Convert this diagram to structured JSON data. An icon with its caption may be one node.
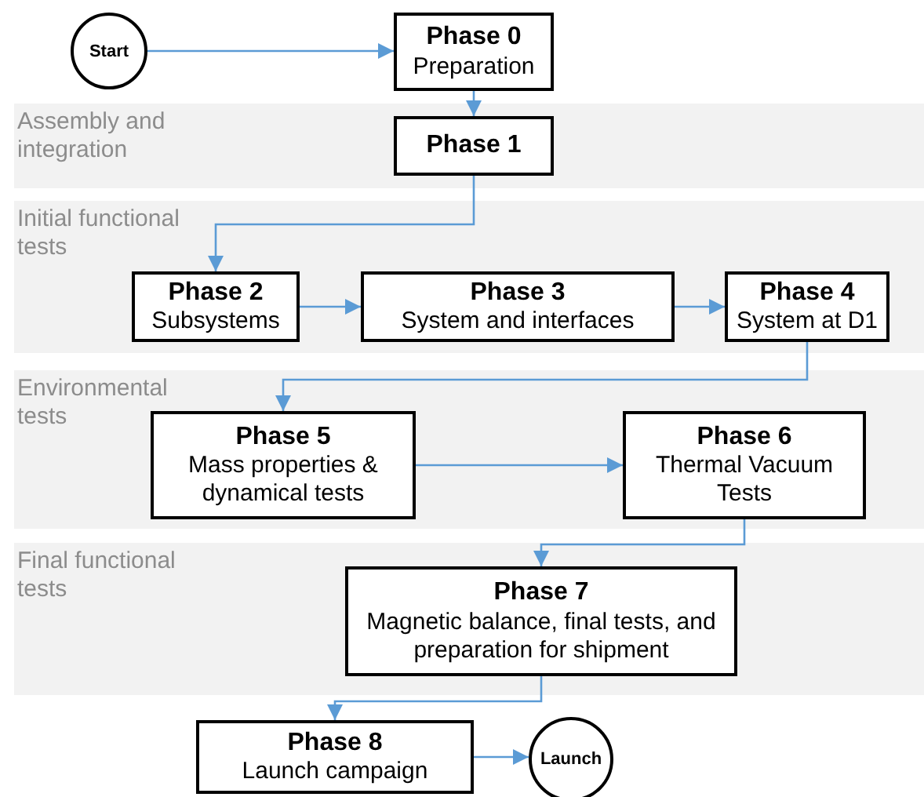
{
  "diagram": {
    "nodes": [
      {
        "text": [
          "Start"
        ]
      },
      {
        "text": [
          "Phase 0",
          "Preparation"
        ]
      },
      {
        "text": [
          "Assembly and integration"
        ]
      },
      {
        "text": [
          "Phase 1"
        ],
        "in": 2
      },
      {
        "text": [
          "Initial functional tests"
        ]
      },
      {
        "text": [
          "Phase 2",
          "Subsystems"
        ],
        "in": 4
      },
      {
        "text": [
          "Phase 3",
          "System and interfaces"
        ],
        "in": 4
      },
      {
        "text": [
          "Phase 4",
          "System at D1"
        ],
        "in": 4
      },
      {
        "text": [
          "Environmental tests"
        ]
      },
      {
        "text": [
          "Phase 5",
          "Mass properties & dynamical tests"
        ],
        "in": 8
      },
      {
        "text": [
          "Phase 6",
          "Thermal Vacuum Tests"
        ],
        "in": 8
      },
      {
        "text": [
          "Final functional tests"
        ]
      },
      {
        "text": [
          "Phase 7",
          "Magnetic balance, final tests, and preparation for shipment"
        ],
        "in": 11
      },
      {
        "text": [
          "Phase 8",
          "Launch campaign"
        ]
      },
      {
        "text": [
          "Launch"
        ]
      }
    ],
    "edges": [
      {
        "from": 0,
        "to": 1,
        "arrow": "to"
      },
      {
        "from": 1,
        "to": 3,
        "arrow": "to"
      },
      {
        "from": 3,
        "to": 5,
        "arrow": "to"
      },
      {
        "from": 5,
        "to": 6,
        "arrow": "to"
      },
      {
        "from": 6,
        "to": 7,
        "arrow": "to"
      },
      {
        "from": 7,
        "to": 9,
        "arrow": "to"
      },
      {
        "from": 9,
        "to": 10,
        "arrow": "to"
      },
      {
        "from": 10,
        "to": 12,
        "arrow": "to"
      },
      {
        "from": 12,
        "to": 13,
        "arrow": "to"
      },
      {
        "from": 13,
        "to": 14,
        "arrow": "to"
      }
    ]
  }
}
